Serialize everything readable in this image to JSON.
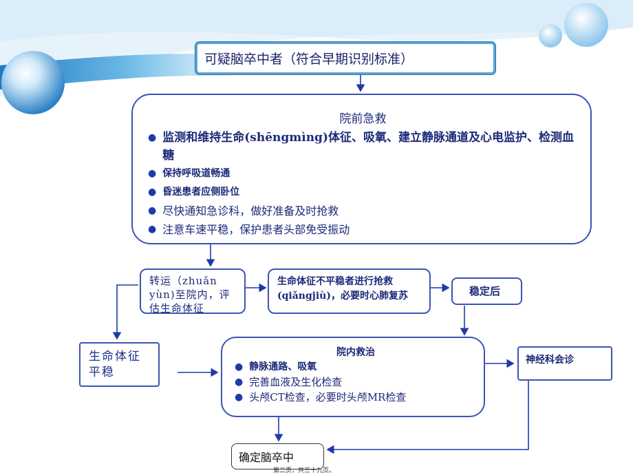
{
  "slide": {
    "title": "可疑脑卒中者（符合早期识别标准）",
    "prehospital": {
      "heading": "院前急救",
      "items": [
        "监测和维持生命(shēngmìng)体征、吸氧、建立静脉通道及心电监护、检测血糖",
        "保持呼吸道畅通",
        "昏迷患者应侧卧位",
        "尽快通知急诊科，做好准备及时抢救",
        "注意车速平稳，保护患者头部免受振动"
      ]
    },
    "transfer": "转运（zhuǎn yùn)至院内，评估生命体征",
    "unstable": "生命体征不平稳者进行抢救(qiǎngjiù)，必要时心肺复苏",
    "stable_after": "稳定后",
    "vitals_stable": "生命体征平稳",
    "inhospital": {
      "heading": "院内救治",
      "items": [
        "静脉通路、吸氧",
        "完善血液及生化检查",
        "头颅CT检查，必要时头颅MR检查"
      ]
    },
    "neuro_consult": "神经科会诊",
    "confirm": "确定脑卒中",
    "footer": "第二页，共三十九页。"
  },
  "colors": {
    "border": "#3a54b4",
    "text": "#1c2a78",
    "arrow": "#1f3aa8",
    "banner": "#3f9bd3",
    "bullet": "#1f3aa8"
  }
}
